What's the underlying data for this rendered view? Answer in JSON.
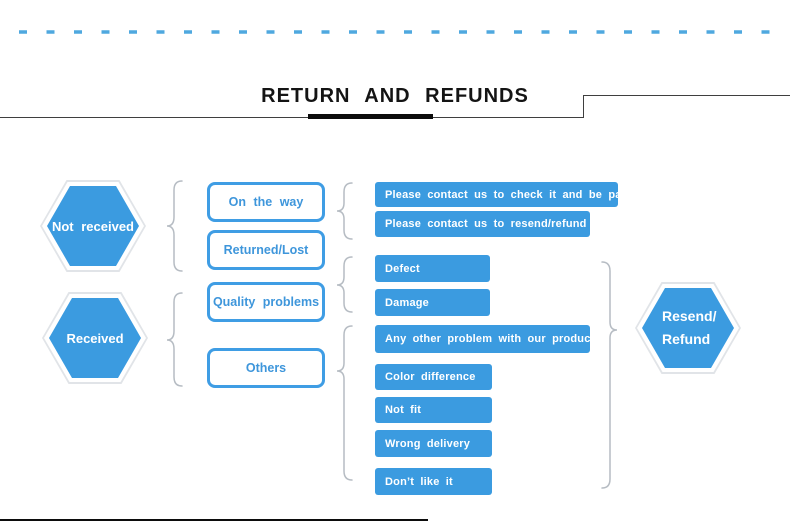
{
  "title": "RETURN  AND  REFUNDS",
  "hexagons": {
    "not_received": {
      "label": "Not received"
    },
    "received": {
      "label": "Received"
    },
    "resend_refund": {
      "line1": "Resend/",
      "line2": "Refund"
    }
  },
  "category_boxes": [
    {
      "label": "On the way"
    },
    {
      "label": "Returned/Lost"
    },
    {
      "label": "Quality problems"
    },
    {
      "label": "Others"
    }
  ],
  "reason_bars": [
    {
      "label": "Please contact us to check it and be patient"
    },
    {
      "label": "Please contact us to resend/refund"
    },
    {
      "label": "Defect"
    },
    {
      "label": "Damage"
    },
    {
      "label": "Any other problem with our products"
    },
    {
      "label": "Color difference"
    },
    {
      "label": "Not fit"
    },
    {
      "label": "Wrong delivery"
    },
    {
      "label": "Don’t like it"
    }
  ],
  "colors": {
    "primary_blue": "#3B9BE0",
    "dash_blue": "#4FA8DF",
    "box_border_blue": "#3F9DE4",
    "box_text_blue": "#3E96DB",
    "brace_gray": "#B6BCC3",
    "rule_dark": "#3F3F3F",
    "underline_black": "#0C0C0C"
  }
}
